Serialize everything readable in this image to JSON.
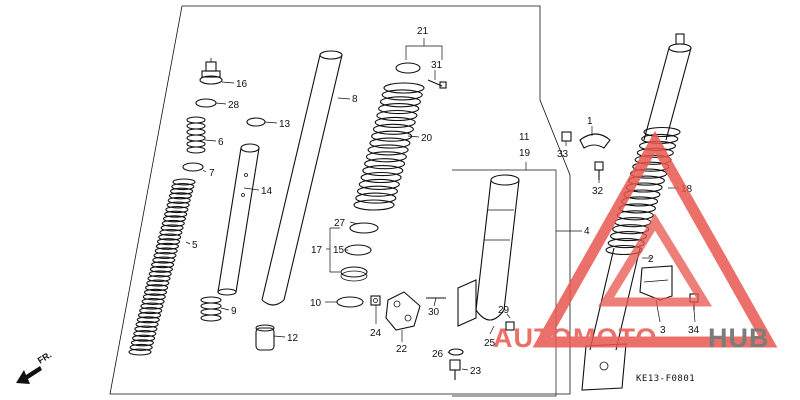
{
  "diagram": {
    "callouts": [
      {
        "id": "c1",
        "text": "1"
      },
      {
        "id": "c2",
        "text": "2"
      },
      {
        "id": "c3",
        "text": "3"
      },
      {
        "id": "c4",
        "text": "4"
      },
      {
        "id": "c5",
        "text": "5"
      },
      {
        "id": "c6",
        "text": "6"
      },
      {
        "id": "c7",
        "text": "7"
      },
      {
        "id": "c8",
        "text": "8"
      },
      {
        "id": "c9",
        "text": "9"
      },
      {
        "id": "c10",
        "text": "10"
      },
      {
        "id": "c11",
        "text": "11"
      },
      {
        "id": "c12",
        "text": "12"
      },
      {
        "id": "c13",
        "text": "13"
      },
      {
        "id": "c14",
        "text": "14"
      },
      {
        "id": "c15",
        "text": "15"
      },
      {
        "id": "c16",
        "text": "16"
      },
      {
        "id": "c17",
        "text": "17"
      },
      {
        "id": "c18",
        "text": "18"
      },
      {
        "id": "c19",
        "text": "19"
      },
      {
        "id": "c20",
        "text": "20"
      },
      {
        "id": "c21",
        "text": "21"
      },
      {
        "id": "c22",
        "text": "22"
      },
      {
        "id": "c23",
        "text": "23"
      },
      {
        "id": "c24",
        "text": "24"
      },
      {
        "id": "c25",
        "text": "25"
      },
      {
        "id": "c26",
        "text": "26"
      },
      {
        "id": "c27",
        "text": "27"
      },
      {
        "id": "c28",
        "text": "28"
      },
      {
        "id": "c29",
        "text": "29"
      },
      {
        "id": "c30",
        "text": "30"
      },
      {
        "id": "c31",
        "text": "31"
      },
      {
        "id": "c32",
        "text": "32"
      },
      {
        "id": "c33",
        "text": "33"
      },
      {
        "id": "c34",
        "text": "34"
      }
    ],
    "front_indicator": "FR.",
    "drawing_code": "KE13-F0801"
  },
  "watermark": {
    "part1": "AUTOMOTO",
    "part2": "HUB",
    "color_primary": "#e8584f",
    "color_secondary": "#666666",
    "icon": "warning-triangle-icon"
  }
}
